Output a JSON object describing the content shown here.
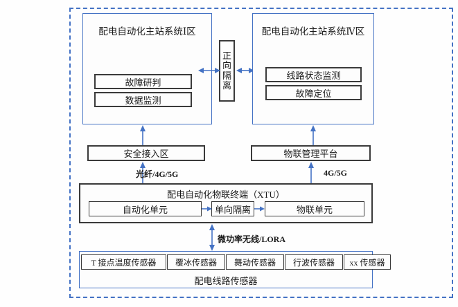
{
  "diagram": {
    "title_zone1": "配电自动化主站系统Ⅰ区",
    "title_zone4": "配电自动化主站系统Ⅳ区",
    "zone1_modules": [
      "故障研判",
      "数据监测"
    ],
    "zone4_modules": [
      "线路状态监测",
      "故障定位"
    ],
    "forward_isolation": {
      "chars": [
        "正",
        "向",
        "隔",
        "离"
      ],
      "full": "正向隔离"
    },
    "security_access_zone": "安全接入区",
    "iot_management_platform": "物联管理平台",
    "link_labels": {
      "fiber_4g_5g": "光纤/4G/5G",
      "mobile_4g_5g": "4G/5G",
      "low_power_wireless": "微功率无线/LORA"
    },
    "xtu": {
      "title": "配电自动化物联终端（XTU）",
      "units": [
        "自动化单元",
        "单向隔离",
        "物联单元"
      ]
    },
    "sensor_group": {
      "title": "配电线路传感器",
      "sensors": [
        "T 接点温度传感器",
        "覆冰传感器",
        "舞动传感器",
        "行波传感器",
        "xx 传感器"
      ]
    },
    "colors": {
      "accent_blue": "#4472c4",
      "box_dark": "#3a3a3a",
      "background": "#fefefe"
    }
  }
}
